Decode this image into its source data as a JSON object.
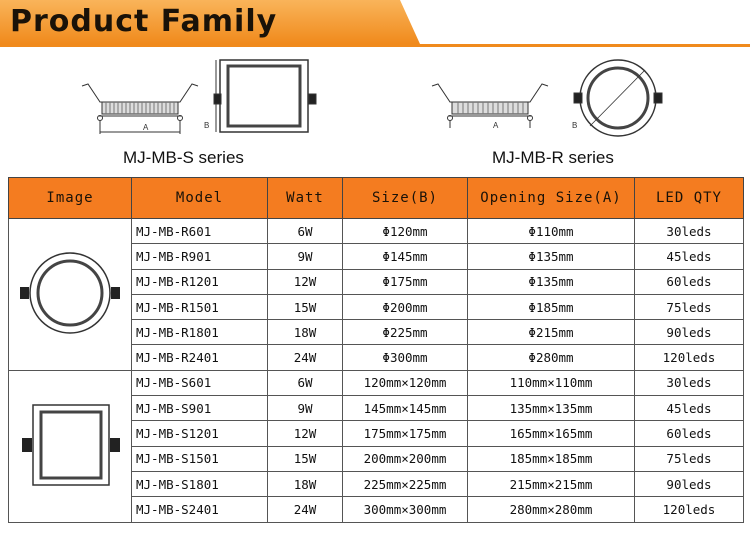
{
  "header": {
    "title": "Product Family"
  },
  "drawings": {
    "square_series_label": "MJ-MB-S series",
    "round_series_label": "MJ-MB-R series",
    "dim_a": "A",
    "dim_b": "B"
  },
  "table": {
    "headers": [
      "Image",
      "Model",
      "Watt",
      "Size(B)",
      "Opening Size(A)",
      "LED QTY"
    ],
    "round_rows": [
      {
        "model": "MJ-MB-R601",
        "watt": "6W",
        "size": "Φ120mm",
        "opening": "Φ110mm",
        "qty": "30leds"
      },
      {
        "model": "MJ-MB-R901",
        "watt": "9W",
        "size": "Φ145mm",
        "opening": "Φ135mm",
        "qty": "45leds"
      },
      {
        "model": "MJ-MB-R1201",
        "watt": "12W",
        "size": "Φ175mm",
        "opening": "Φ135mm",
        "qty": "60leds"
      },
      {
        "model": "MJ-MB-R1501",
        "watt": "15W",
        "size": "Φ200mm",
        "opening": "Φ185mm",
        "qty": "75leds"
      },
      {
        "model": "MJ-MB-R1801",
        "watt": "18W",
        "size": "Φ225mm",
        "opening": "Φ215mm",
        "qty": "90leds"
      },
      {
        "model": "MJ-MB-R2401",
        "watt": "24W",
        "size": "Φ300mm",
        "opening": "Φ280mm",
        "qty": "120leds"
      }
    ],
    "square_rows": [
      {
        "model": "MJ-MB-S601",
        "watt": "6W",
        "size": "120mm×120mm",
        "opening": "110mm×110mm",
        "qty": "30leds"
      },
      {
        "model": "MJ-MB-S901",
        "watt": "9W",
        "size": "145mm×145mm",
        "opening": "135mm×135mm",
        "qty": "45leds"
      },
      {
        "model": "MJ-MB-S1201",
        "watt": "12W",
        "size": "175mm×175mm",
        "opening": "165mm×165mm",
        "qty": "60leds"
      },
      {
        "model": "MJ-MB-S1501",
        "watt": "15W",
        "size": "200mm×200mm",
        "opening": "185mm×185mm",
        "qty": "75leds"
      },
      {
        "model": "MJ-MB-S1801",
        "watt": "18W",
        "size": "225mm×225mm",
        "opening": "215mm×215mm",
        "qty": "90leds"
      },
      {
        "model": "MJ-MB-S2401",
        "watt": "24W",
        "size": "300mm×300mm",
        "opening": "280mm×280mm",
        "qty": "120leds"
      }
    ]
  },
  "colors": {
    "banner": "#f08a1c",
    "header_bg": "#f47c20"
  }
}
